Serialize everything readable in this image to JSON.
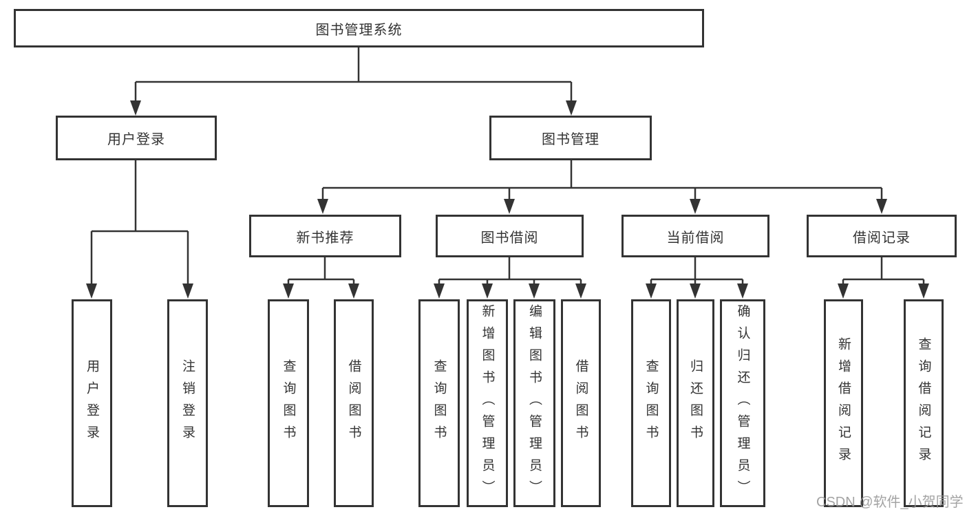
{
  "diagram": {
    "title": "图书管理系统",
    "level2": {
      "user_login": "用户登录",
      "book_mgmt": "图书管理"
    },
    "level3": {
      "new_book": "新书推荐",
      "book_borrow": "图书借阅",
      "current_borrow": "当前借阅",
      "borrow_record": "借阅记录"
    },
    "leaves": {
      "user_login_1": "用户登录",
      "user_login_2": "注销登录",
      "new_book_1": "查询图书",
      "new_book_2": "借阅图书",
      "book_borrow_1": "查询图书",
      "book_borrow_2": "新增图书（管理员）",
      "book_borrow_3": "编辑图书（管理员）",
      "book_borrow_4": "借阅图书",
      "current_1": "查询图书",
      "current_2": "归还图书",
      "current_3": "确认归还（管理员）",
      "record_1": "新增借阅记录",
      "record_2": "查询借阅记录"
    }
  },
  "watermark": "CSDN @软件_小贺同学",
  "colors": {
    "line": "#333333",
    "box_border": "#333333",
    "box_fill": "#ffffff",
    "text": "#333333",
    "watermark": "#969696"
  }
}
